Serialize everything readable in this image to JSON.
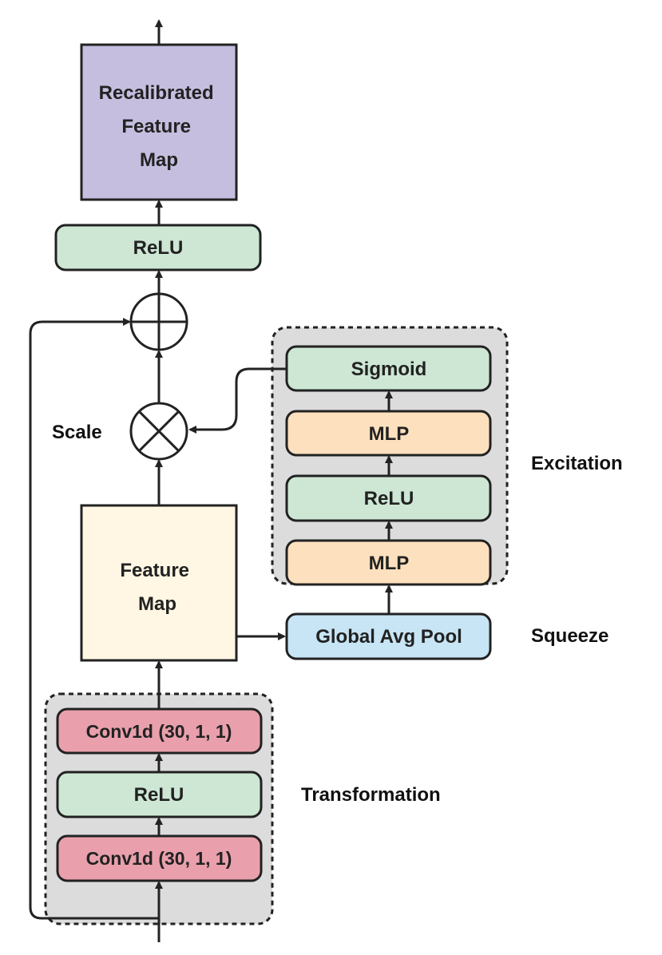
{
  "diagram": {
    "recalibrated_feature_map": {
      "lines": [
        "Recalibrated",
        "Feature",
        "Map"
      ]
    },
    "top_relu": {
      "label": "ReLU"
    },
    "feature_map": {
      "lines": [
        "Feature",
        "Map"
      ]
    },
    "global_avg_pool": {
      "label": "Global Avg Pool"
    },
    "excitation_group": {
      "label": "Excitation",
      "layers": [
        "Sigmoid",
        "MLP",
        "ReLU",
        "MLP"
      ]
    },
    "squeeze_label": "Squeeze",
    "scale_label": "Scale",
    "transformation_group": {
      "label": "Transformation",
      "layers": [
        "Conv1d (30, 1, 1)",
        "ReLU",
        "Conv1d (30, 1, 1)"
      ]
    },
    "colors": {
      "recalibrated": "#c5bedf",
      "relu": "#cde7d4",
      "mlp": "#fde0bd",
      "conv": "#e9a0ac",
      "pool": "#c7e5f4",
      "feature_map": "#fff7e3",
      "group_bg": "#dcdcdc",
      "stroke": "#222222"
    }
  }
}
